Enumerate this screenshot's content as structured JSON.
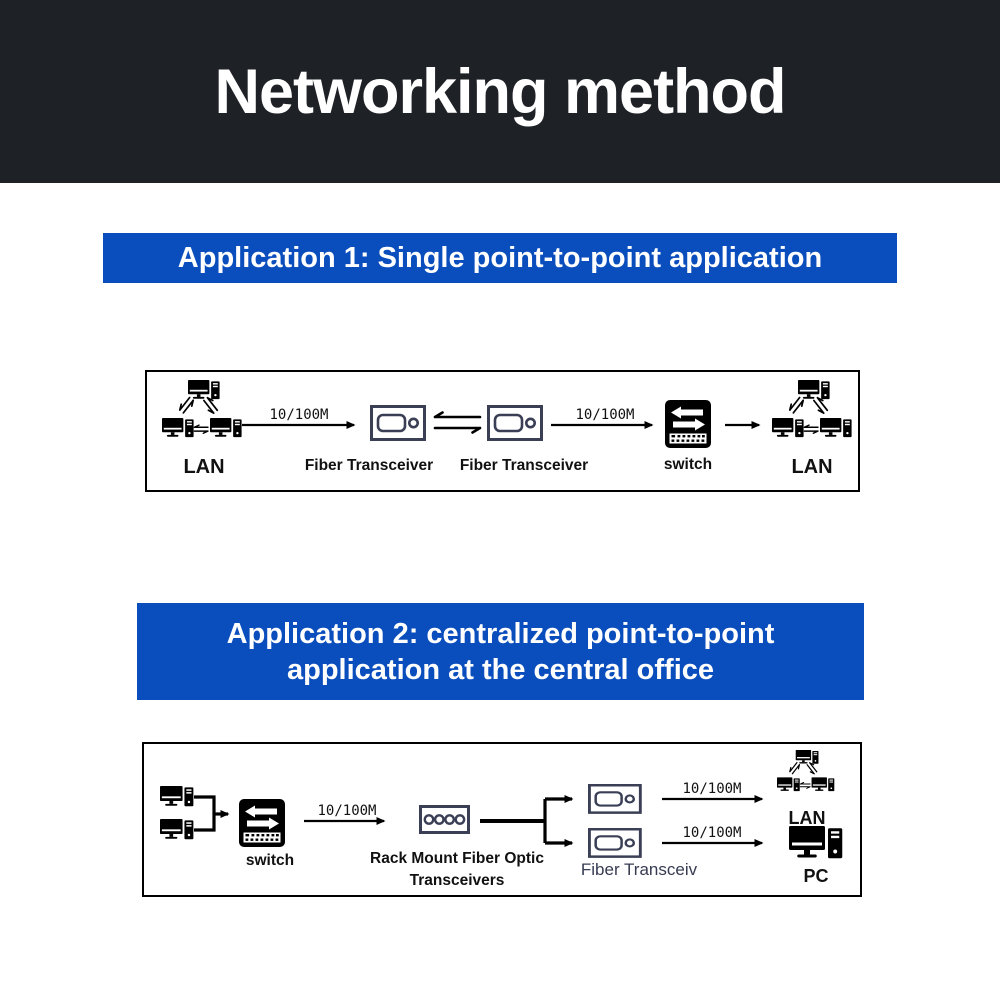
{
  "header": {
    "title": "Networking method"
  },
  "app1": {
    "banner": "Application 1: Single point-to-point application",
    "diagram": {
      "lan_left": "LAN",
      "speed1": "10/100M",
      "transceiver1": "Fiber Transceiver",
      "transceiver2": "Fiber Transceiver",
      "speed2": "10/100M",
      "switch": "switch",
      "lan_right": "LAN"
    }
  },
  "app2": {
    "banner_line1": "Application 2: centralized point-to-point",
    "banner_line2": "application at the central office",
    "diagram": {
      "switch": "switch",
      "speed1": "10/100M",
      "rack_line1": "Rack Mount Fiber Optic",
      "rack_line2": "Transceivers",
      "transceivers_label": "Fiber Transceiv",
      "speed_top": "10/100M",
      "speed_bottom": "10/100M",
      "lan": "LAN",
      "pc": "PC"
    }
  },
  "colors": {
    "header_bg": "#1e2126",
    "banner_bg": "#0a4dbd",
    "banner_text": "#ffffff",
    "device_stroke": "#3a3f55"
  }
}
